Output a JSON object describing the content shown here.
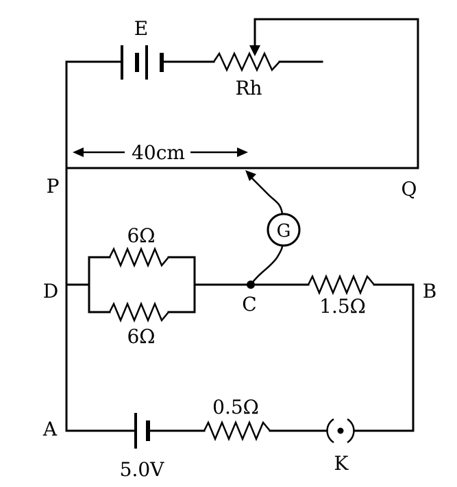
{
  "labels": {
    "E": "E",
    "Rh": "Rh",
    "length": "40cm",
    "P": "P",
    "Q": "Q",
    "G": "G",
    "D": "D",
    "C": "C",
    "B": "B",
    "A": "A",
    "K": "K"
  },
  "resistors": {
    "parallel_top": "6Ω",
    "parallel_bottom": "6Ω",
    "cb": "1.5Ω",
    "internal": "0.5Ω"
  },
  "battery_voltage": "5.0V"
}
